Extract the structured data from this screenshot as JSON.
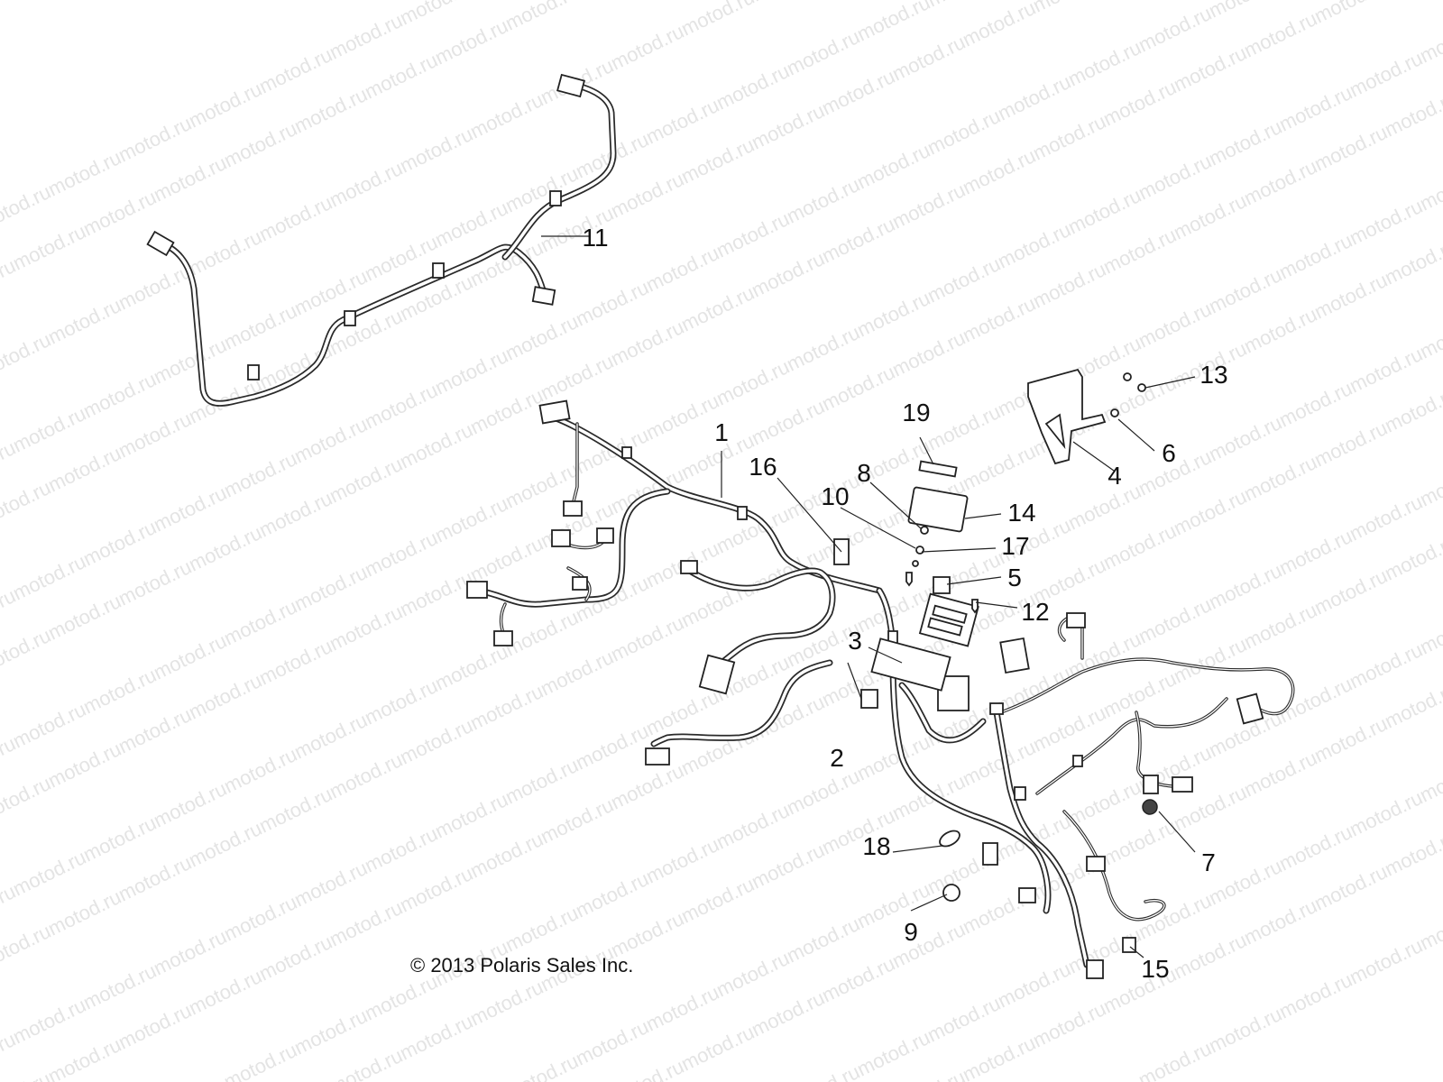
{
  "watermark": {
    "text": "motod.ru",
    "color": "#e4e4e4"
  },
  "copyright": "© 2013 Polaris Sales Inc.",
  "colors": {
    "line": "#222222",
    "background": "#ffffff"
  },
  "callouts": [
    {
      "id": "1",
      "label": "1"
    },
    {
      "id": "2",
      "label": "2"
    },
    {
      "id": "3",
      "label": "3"
    },
    {
      "id": "4",
      "label": "4"
    },
    {
      "id": "5",
      "label": "5"
    },
    {
      "id": "6",
      "label": "6"
    },
    {
      "id": "7",
      "label": "7"
    },
    {
      "id": "8",
      "label": "8"
    },
    {
      "id": "9",
      "label": "9"
    },
    {
      "id": "10",
      "label": "10"
    },
    {
      "id": "11",
      "label": "11"
    },
    {
      "id": "12",
      "label": "12"
    },
    {
      "id": "13",
      "label": "13"
    },
    {
      "id": "14",
      "label": "14"
    },
    {
      "id": "15",
      "label": "15"
    },
    {
      "id": "16",
      "label": "16"
    },
    {
      "id": "17",
      "label": "17"
    },
    {
      "id": "18",
      "label": "18"
    },
    {
      "id": "19",
      "label": "19"
    }
  ]
}
